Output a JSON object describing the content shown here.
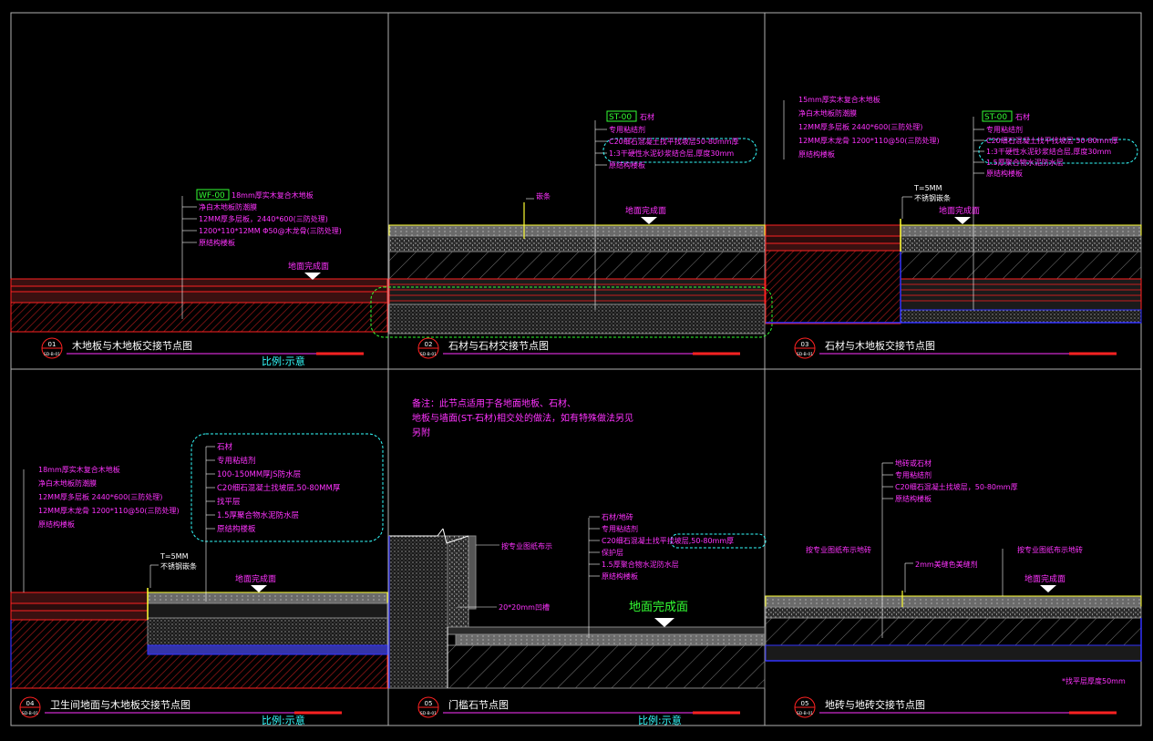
{
  "colors": {
    "magenta": "#ff33ff",
    "cyan": "#33ffff",
    "green": "#33ff33",
    "yellow": "#ffff33",
    "red": "#ff2222",
    "blue": "#3333ff",
    "white": "#ffffff",
    "frame": "#b0b0b0"
  },
  "panels": [
    {
      "num": "01",
      "sheet": "SD-B-01",
      "title": "木地板与木地板交接节点图",
      "subtitle": "比例:示意",
      "tag": "WF-00",
      "callouts": [
        "18mm厚实木复合木地板",
        "净白木地板防潮膜",
        "12MM厚多层板，2440*600(三防处理)",
        "1200*110*12MM  Φ50@木龙骨(三防处理)",
        "原结构楼板"
      ],
      "floor_label": "地面完成面"
    },
    {
      "num": "02",
      "sheet": "SD-B-01",
      "title": "石材与石材交接节点图",
      "tag": "ST-00",
      "tag_text": "石材",
      "callouts": [
        "专用粘结剂",
        "C20细石混凝土找平找坡层50-80mm厚",
        "1:3干硬性水泥砂浆结合层,厚度30mm",
        "原结构楼板"
      ],
      "left_label": "嵌条",
      "floor_label": "地面完成面"
    },
    {
      "num": "03",
      "sheet": "SD-B-01",
      "title": "石材与木地板交接节点图",
      "tag": "ST-00",
      "tag_text": "石材",
      "left_callouts": [
        "15mm厚实木复合木地板",
        "净白木地板防潮膜",
        "12MM厚多层板 2440*600(三防处理)",
        "12MM厚木龙骨 1200*110@50(三防处理)",
        "原结构楼板"
      ],
      "callouts": [
        "专用粘结剂",
        "C20细石混凝土找平找坡层 50-80mm厚",
        "1:3干硬性水泥砂浆结合层,厚度30mm",
        "1.5厚聚合物水泥防水层",
        "原结构楼板"
      ],
      "t_label": "T=5MM",
      "t_label2": "不锈钢嵌条",
      "floor_label": "地面完成面"
    },
    {
      "num": "04",
      "sheet": "SD-B-01",
      "title": "卫生间地面与木地板交接节点图",
      "subtitle": "比例:示意",
      "left_callouts": [
        "18mm厚实木复合木地板",
        "净白木地板防潮膜",
        "12MM厚多层板 2440*600(三防处理)",
        "12MM厚木龙骨 1200*110@50(三防处理)",
        "原结构楼板"
      ],
      "callouts": [
        "石材",
        "专用粘结剂",
        "100-150MM厚JS防水层",
        "C20细石混凝土找坡层,50-80MM厚",
        "找平层",
        "1.5厚聚合物水泥防水层",
        "原结构楼板"
      ],
      "t_label": "T=5MM",
      "t_label2": "不锈钢嵌条",
      "floor_label": "地面完成面"
    },
    {
      "num": "05",
      "sheet": "SD-B-01",
      "title": "门槛石节点图",
      "subtitle": "比例:示意",
      "note": [
        "备注：此节点适用于各地面地板、石材、",
        "地板与墙面(ST-石材)相交处的做法，如有特殊做法另见",
        "另附"
      ],
      "left_label": "按专业图纸布示",
      "callouts": [
        "石材/地砖",
        "专用粘结剂",
        "C20细石混凝土找平找坡层,50-80mm厚",
        "保护层",
        "1.5厚聚合物水泥防水层",
        "原结构楼板"
      ],
      "gap_label": "20*20mm凹槽",
      "floor_label": "地面完成面"
    },
    {
      "num": "05",
      "sheet": "SD-B-01",
      "title": "地砖与地砖交接节点图",
      "left_label": "按专业图纸布示地砖",
      "right_label": "按专业图纸布示地砖",
      "callouts": [
        "地砖或石材",
        "专用粘结剂",
        "C20细石混凝土找坡层，50-80mm厚",
        "原结构楼板"
      ],
      "gap_label": "2mm美缝色美缝剂",
      "floor_label": "地面完成面",
      "footnote": "*找平层厚度50mm"
    }
  ]
}
